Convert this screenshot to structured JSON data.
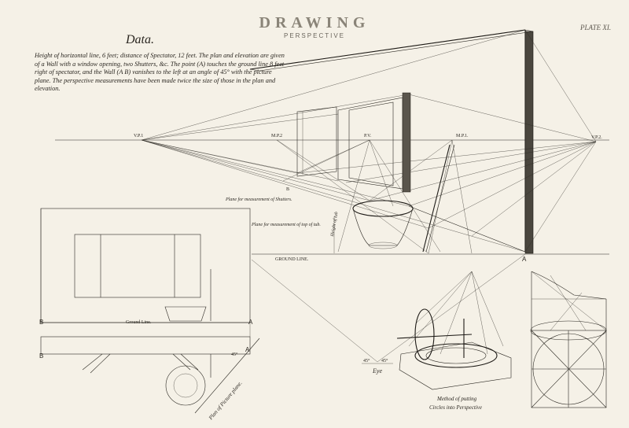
{
  "header": {
    "title": "DRAWING",
    "subtitle": "PERSPECTIVE",
    "plate": "PLATE XI."
  },
  "data_block": {
    "heading": "Data.",
    "text": "Height of horizontal line, 6 feet; distance of Spectator, 12 feet. The plan and elevation are given of a Wall with a window opening, two Shutters, &c. The point (A) touches the ground line 8 feet right of spectator, and the Wall (A B) vanishes to the left at an angle of 45° with the picture plane. The perspective measurements have been made twice the size of those in the plan and elevation."
  },
  "labels": {
    "vp1": "V.P.1",
    "mp2": "M.P.2",
    "pv": "P.V.",
    "mp1": "M.P.1.",
    "vp2": "V.P.2.",
    "plane_shutters": "Plane for measurement of Shutters.",
    "plane_tub": "Plane for measurement of top of tub.",
    "height_of_tub": "Height of tub",
    "ground_line": "GROUND LINE.",
    "point_a": "A",
    "point_b": "B",
    "elev_ground_line": "Ground Line.",
    "elev_a": "A",
    "elev_b": "B",
    "plan_b": "B",
    "plan_a": "A",
    "picture_plane": "Plan of Picture plane.",
    "angle_45": "45°",
    "eye": "Eye",
    "angle_left": "45°",
    "angle_right": "45°",
    "method_line1": "Method of putting",
    "method_line2": "Circles into Perspective"
  }
}
